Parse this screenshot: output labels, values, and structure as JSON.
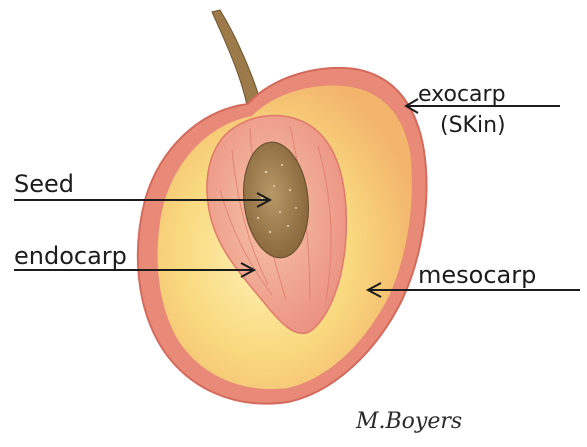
{
  "labels": {
    "exocarp": "exocarp",
    "exocarp_sub": "(SKin)",
    "seed": "Seed",
    "endocarp": "endocarp",
    "mesocarp": "mesocarp"
  },
  "signature": "M.Boyers",
  "colors": {
    "skin": "#e98a78",
    "flesh": "#f8cf78",
    "endocarp": "#ef9f8e",
    "seed": "#9a7848",
    "stem": "#9c7a4a",
    "ink": "#1c1c1c"
  }
}
